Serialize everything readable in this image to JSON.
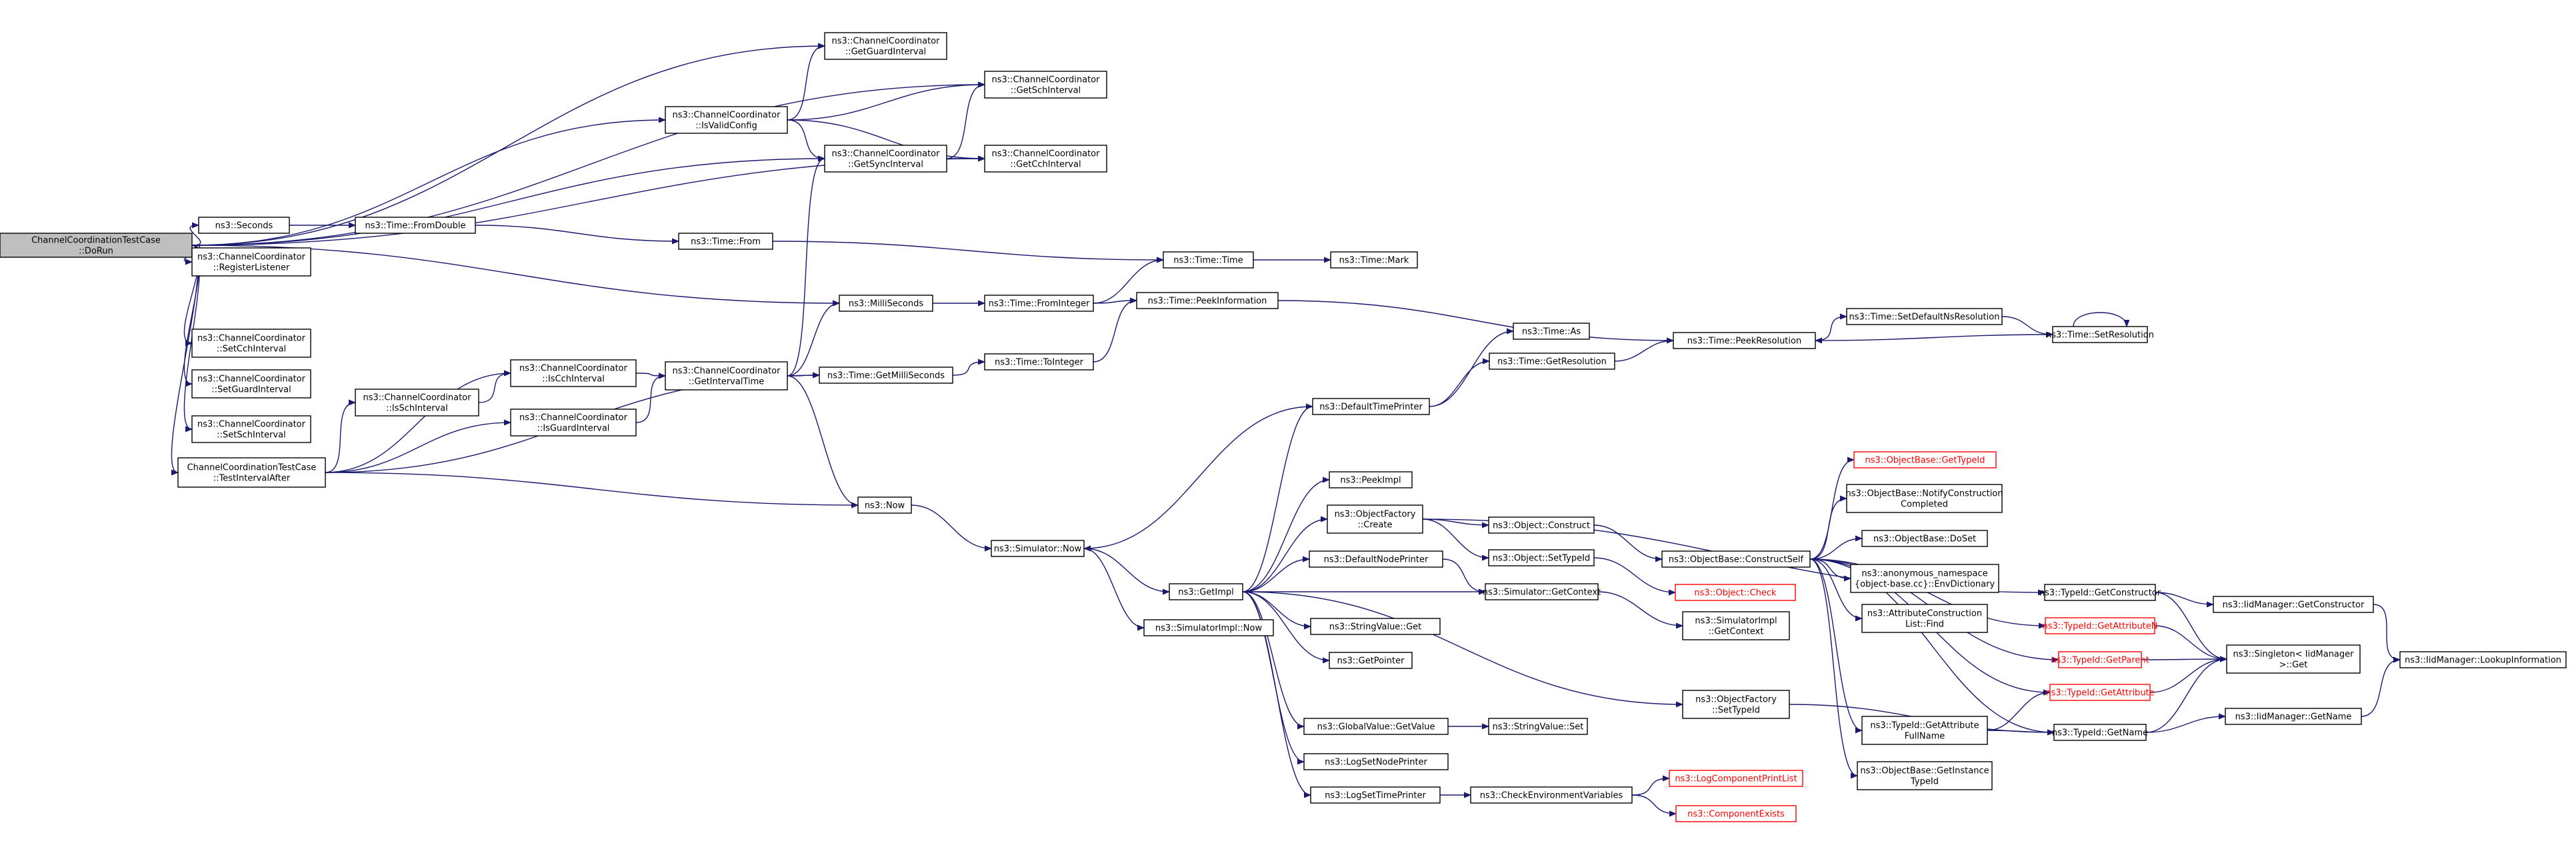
{
  "colors": {
    "edge": "#191970",
    "node_fill": "#ffffff",
    "node_stroke": "#000000",
    "node_text": "#000000",
    "focus_fill": "#bfbfbf",
    "truncated_stroke": "#ff0000",
    "truncated_text": "#ff0000"
  },
  "nodes": [
    {
      "id": "root",
      "lines": [
        "ChannelCoordinationTestCase",
        "::DoRun"
      ],
      "focus": true
    },
    {
      "id": "getGuard",
      "lines": [
        "ns3::ChannelCoordinator",
        "::GetGuardInterval"
      ]
    },
    {
      "id": "getSch",
      "lines": [
        "ns3::ChannelCoordinator",
        "::GetSchInterval"
      ]
    },
    {
      "id": "isValid",
      "lines": [
        "ns3::ChannelCoordinator",
        "::IsValidConfig"
      ]
    },
    {
      "id": "getSync",
      "lines": [
        "ns3::ChannelCoordinator",
        "::GetSyncInterval"
      ]
    },
    {
      "id": "getCch",
      "lines": [
        "ns3::ChannelCoordinator",
        "::GetCchInterval"
      ]
    },
    {
      "id": "seconds",
      "lines": [
        "ns3::Seconds"
      ]
    },
    {
      "id": "fromDouble",
      "lines": [
        "ns3::Time::FromDouble"
      ]
    },
    {
      "id": "regListener",
      "lines": [
        "ns3::ChannelCoordinator",
        "::RegisterListener"
      ]
    },
    {
      "id": "timeFrom",
      "lines": [
        "ns3::Time::From"
      ]
    },
    {
      "id": "timeTime",
      "lines": [
        "ns3::Time::Time"
      ]
    },
    {
      "id": "timeMark",
      "lines": [
        "ns3::Time::Mark"
      ]
    },
    {
      "id": "milli",
      "lines": [
        "ns3::MilliSeconds"
      ]
    },
    {
      "id": "fromInteger",
      "lines": [
        "ns3::Time::FromInteger"
      ]
    },
    {
      "id": "peekInfo",
      "lines": [
        "ns3::Time::PeekInformation"
      ]
    },
    {
      "id": "setCch",
      "lines": [
        "ns3::ChannelCoordinator",
        "::SetCchInterval"
      ]
    },
    {
      "id": "setGuard",
      "lines": [
        "ns3::ChannelCoordinator",
        "::SetGuardInterval"
      ]
    },
    {
      "id": "setSch",
      "lines": [
        "ns3::ChannelCoordinator",
        "::SetSchInterval"
      ]
    },
    {
      "id": "isCch",
      "lines": [
        "ns3::ChannelCoordinator",
        "::IsCchInterval"
      ]
    },
    {
      "id": "isSch",
      "lines": [
        "ns3::ChannelCoordinator",
        "::IsSchInterval"
      ]
    },
    {
      "id": "isGuard",
      "lines": [
        "ns3::ChannelCoordinator",
        "::IsGuardInterval"
      ]
    },
    {
      "id": "getInterval",
      "lines": [
        "ns3::ChannelCoordinator",
        "::GetIntervalTime"
      ]
    },
    {
      "id": "getMilli",
      "lines": [
        "ns3::Time::GetMilliSeconds"
      ]
    },
    {
      "id": "toInteger",
      "lines": [
        "ns3::Time::ToInteger"
      ]
    },
    {
      "id": "testAfter",
      "lines": [
        "ChannelCoordinationTestCase",
        "::TestIntervalAfter"
      ]
    },
    {
      "id": "timeAs",
      "lines": [
        "ns3::Time::As"
      ]
    },
    {
      "id": "getRes",
      "lines": [
        "ns3::Time::GetResolution"
      ]
    },
    {
      "id": "peekRes",
      "lines": [
        "ns3::Time::PeekResolution"
      ]
    },
    {
      "id": "setDefRes",
      "lines": [
        "ns3::Time::SetDefaultNsResolution"
      ]
    },
    {
      "id": "setRes",
      "lines": [
        "ns3::Time::SetResolution"
      ]
    },
    {
      "id": "defTimePrinter",
      "lines": [
        "ns3::DefaultTimePrinter"
      ]
    },
    {
      "id": "nsNow",
      "lines": [
        "ns3::Now"
      ]
    },
    {
      "id": "simNow",
      "lines": [
        "ns3::Simulator::Now"
      ]
    },
    {
      "id": "getImpl",
      "lines": [
        "ns3::GetImpl"
      ]
    },
    {
      "id": "simImplNow",
      "lines": [
        "ns3::SimulatorImpl::Now"
      ]
    },
    {
      "id": "peekImpl",
      "lines": [
        "ns3::PeekImpl"
      ]
    },
    {
      "id": "ofCreate",
      "lines": [
        "ns3::ObjectFactory",
        "::Create"
      ]
    },
    {
      "id": "defNodePrinter",
      "lines": [
        "ns3::DefaultNodePrinter"
      ]
    },
    {
      "id": "strGet",
      "lines": [
        "ns3::StringValue::Get"
      ]
    },
    {
      "id": "getPointer",
      "lines": [
        "ns3::GetPointer"
      ]
    },
    {
      "id": "gvGetValue",
      "lines": [
        "ns3::GlobalValue::GetValue"
      ]
    },
    {
      "id": "strSet",
      "lines": [
        "ns3::StringValue::Set"
      ]
    },
    {
      "id": "logSetNode",
      "lines": [
        "ns3::LogSetNodePrinter"
      ]
    },
    {
      "id": "logSetTime",
      "lines": [
        "ns3::LogSetTimePrinter"
      ]
    },
    {
      "id": "checkEnv",
      "lines": [
        "ns3::CheckEnvironmentVariables"
      ]
    },
    {
      "id": "objConstruct",
      "lines": [
        "ns3::Object::Construct"
      ]
    },
    {
      "id": "objSetTypeId",
      "lines": [
        "ns3::Object::SetTypeId"
      ]
    },
    {
      "id": "simGetContext",
      "lines": [
        "ns3::Simulator::GetContext"
      ]
    },
    {
      "id": "simImplGetContext",
      "lines": [
        "ns3::SimulatorImpl",
        "::GetContext"
      ]
    },
    {
      "id": "ofSetTypeId",
      "lines": [
        "ns3::ObjectFactory",
        "::SetTypeId"
      ]
    },
    {
      "id": "logCompPrint",
      "lines": [
        "ns3::LogComponentPrintList"
      ],
      "truncated": true
    },
    {
      "id": "compExists",
      "lines": [
        "ns3::ComponentExists"
      ],
      "truncated": true
    },
    {
      "id": "obGetTypeId",
      "lines": [
        "ns3::ObjectBase::GetTypeId"
      ],
      "truncated": true
    },
    {
      "id": "obNotify",
      "lines": [
        "ns3::ObjectBase::NotifyConstruction",
        "Completed"
      ]
    },
    {
      "id": "obConstructSelf",
      "lines": [
        "ns3::ObjectBase::ConstructSelf"
      ]
    },
    {
      "id": "obDoSet",
      "lines": [
        "ns3::ObjectBase::DoSet"
      ]
    },
    {
      "id": "envDict",
      "lines": [
        "ns3::anonymous_namespace",
        "{object-base.cc}::EnvDictionary"
      ]
    },
    {
      "id": "objCheck",
      "lines": [
        "ns3::Object::Check"
      ],
      "truncated": true
    },
    {
      "id": "attrFind",
      "lines": [
        "ns3::AttributeConstruction",
        "List::Find"
      ]
    },
    {
      "id": "tidGetAttrFull",
      "lines": [
        "ns3::TypeId::GetAttribute",
        "FullName"
      ]
    },
    {
      "id": "obGetInstTypeId",
      "lines": [
        "ns3::ObjectBase::GetInstance",
        "TypeId"
      ]
    },
    {
      "id": "tidGetCtor",
      "lines": [
        "ns3::TypeId::GetConstructor"
      ]
    },
    {
      "id": "tidGetAttrN",
      "lines": [
        "ns3::TypeId::GetAttributeN"
      ],
      "truncated": true
    },
    {
      "id": "tidGetParent",
      "lines": [
        "ns3::TypeId::GetParent"
      ],
      "truncated": true
    },
    {
      "id": "tidGetAttr",
      "lines": [
        "ns3::TypeId::GetAttribute"
      ],
      "truncated": true
    },
    {
      "id": "tidGetName",
      "lines": [
        "ns3::TypeId::GetName"
      ]
    },
    {
      "id": "singletonGet",
      "lines": [
        "ns3::Singleton< IidManager",
        ">::Get"
      ]
    },
    {
      "id": "iidGetCtor",
      "lines": [
        "ns3::IidManager::GetConstructor"
      ]
    },
    {
      "id": "iidGetName",
      "lines": [
        "ns3::IidManager::GetName"
      ]
    },
    {
      "id": "iidLookup",
      "lines": [
        "ns3::IidManager::LookupInformation"
      ]
    }
  ],
  "edges": [
    [
      "root",
      "getGuard"
    ],
    [
      "root",
      "getSch"
    ],
    [
      "root",
      "isValid"
    ],
    [
      "root",
      "getSync"
    ],
    [
      "root",
      "getCch"
    ],
    [
      "root",
      "seconds"
    ],
    [
      "root",
      "regListener"
    ],
    [
      "root",
      "milli"
    ],
    [
      "root",
      "setCch"
    ],
    [
      "root",
      "setGuard"
    ],
    [
      "root",
      "setSch"
    ],
    [
      "root",
      "testAfter"
    ],
    [
      "isValid",
      "getGuard"
    ],
    [
      "isValid",
      "getSch"
    ],
    [
      "isValid",
      "getSync"
    ],
    [
      "isValid",
      "getCch"
    ],
    [
      "getSync",
      "getSch"
    ],
    [
      "getSync",
      "getCch"
    ],
    [
      "seconds",
      "fromDouble"
    ],
    [
      "fromDouble",
      "timeFrom"
    ],
    [
      "timeFrom",
      "timeTime"
    ],
    [
      "timeTime",
      "timeMark"
    ],
    [
      "milli",
      "fromInteger"
    ],
    [
      "fromInteger",
      "timeTime"
    ],
    [
      "fromInteger",
      "peekInfo"
    ],
    [
      "peekInfo",
      "peekRes"
    ],
    [
      "testAfter",
      "isCch"
    ],
    [
      "testAfter",
      "isSch"
    ],
    [
      "testAfter",
      "isGuard"
    ],
    [
      "testAfter",
      "getMilli"
    ],
    [
      "testAfter",
      "nsNow"
    ],
    [
      "isSch",
      "isCch"
    ],
    [
      "isCch",
      "getInterval"
    ],
    [
      "isGuard",
      "getInterval"
    ],
    [
      "getInterval",
      "getSync"
    ],
    [
      "getInterval",
      "milli"
    ],
    [
      "getInterval",
      "getMilli"
    ],
    [
      "getInterval",
      "nsNow"
    ],
    [
      "getMilli",
      "toInteger"
    ],
    [
      "toInteger",
      "peekInfo"
    ],
    [
      "nsNow",
      "simNow"
    ],
    [
      "simNow",
      "getImpl"
    ],
    [
      "simNow",
      "simImplNow"
    ],
    [
      "defTimePrinter",
      "timeAs"
    ],
    [
      "defTimePrinter",
      "getRes"
    ],
    [
      "defTimePrinter",
      "simNow"
    ],
    [
      "getRes",
      "peekRes"
    ],
    [
      "peekRes",
      "setDefRes"
    ],
    [
      "setDefRes",
      "setRes"
    ],
    [
      "setRes",
      "peekRes"
    ],
    [
      "setRes",
      "setRes"
    ],
    [
      "getImpl",
      "defTimePrinter"
    ],
    [
      "getImpl",
      "peekImpl"
    ],
    [
      "getImpl",
      "ofCreate"
    ],
    [
      "getImpl",
      "defNodePrinter"
    ],
    [
      "getImpl",
      "strGet"
    ],
    [
      "getImpl",
      "getPointer"
    ],
    [
      "getImpl",
      "gvGetValue"
    ],
    [
      "getImpl",
      "logSetNode"
    ],
    [
      "getImpl",
      "logSetTime"
    ],
    [
      "getImpl",
      "simGetContext"
    ],
    [
      "getImpl",
      "ofSetTypeId"
    ],
    [
      "ofCreate",
      "objConstruct"
    ],
    [
      "ofCreate",
      "objSetTypeId"
    ],
    [
      "ofCreate",
      "tidGetCtor"
    ],
    [
      "defNodePrinter",
      "simGetContext"
    ],
    [
      "simGetContext",
      "simImplGetContext"
    ],
    [
      "gvGetValue",
      "strSet"
    ],
    [
      "logSetTime",
      "checkEnv"
    ],
    [
      "checkEnv",
      "logCompPrint"
    ],
    [
      "checkEnv",
      "compExists"
    ],
    [
      "objConstruct",
      "obConstructSelf"
    ],
    [
      "objSetTypeId",
      "objCheck"
    ],
    [
      "ofSetTypeId",
      "tidGetName"
    ],
    [
      "obConstructSelf",
      "obGetTypeId"
    ],
    [
      "obConstructSelf",
      "obNotify"
    ],
    [
      "obConstructSelf",
      "obDoSet"
    ],
    [
      "obConstructSelf",
      "envDict"
    ],
    [
      "obConstructSelf",
      "attrFind"
    ],
    [
      "obConstructSelf",
      "tidGetAttrFull"
    ],
    [
      "obConstructSelf",
      "obGetInstTypeId"
    ],
    [
      "obConstructSelf",
      "tidGetAttrN"
    ],
    [
      "obConstructSelf",
      "tidGetParent"
    ],
    [
      "obConstructSelf",
      "tidGetAttr"
    ],
    [
      "obConstructSelf",
      "tidGetName"
    ],
    [
      "tidGetAttrFull",
      "tidGetAttr"
    ],
    [
      "tidGetAttrFull",
      "tidGetName"
    ],
    [
      "tidGetCtor",
      "iidGetCtor"
    ],
    [
      "tidGetCtor",
      "singletonGet"
    ],
    [
      "tidGetAttrN",
      "singletonGet"
    ],
    [
      "tidGetParent",
      "singletonGet"
    ],
    [
      "tidGetAttr",
      "singletonGet"
    ],
    [
      "tidGetName",
      "singletonGet"
    ],
    [
      "tidGetName",
      "iidGetName"
    ],
    [
      "iidGetCtor",
      "iidLookup"
    ],
    [
      "iidGetName",
      "iidLookup"
    ]
  ]
}
